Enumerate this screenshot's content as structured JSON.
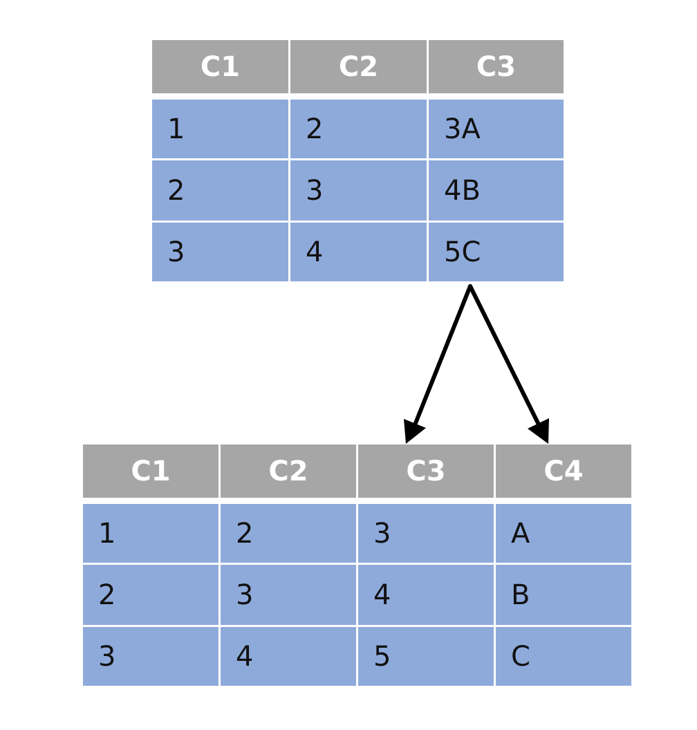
{
  "top_table": {
    "headers": [
      "C1",
      "C2",
      "C3"
    ],
    "rows": [
      [
        "1",
        "2",
        "3A"
      ],
      [
        "2",
        "3",
        "4B"
      ],
      [
        "3",
        "4",
        "5C"
      ]
    ]
  },
  "bottom_table": {
    "headers": [
      "C1",
      "C2",
      "C3",
      "C4"
    ],
    "rows": [
      [
        "1",
        "2",
        "3",
        "A"
      ],
      [
        "2",
        "3",
        "4",
        "B"
      ],
      [
        "3",
        "4",
        "5",
        "C"
      ]
    ]
  },
  "colors": {
    "header_bg": "#a6a6a6",
    "header_text": "#ffffff",
    "cell_bg": "#8eaadb",
    "cell_text": "#111111",
    "arrow": "#000000"
  }
}
